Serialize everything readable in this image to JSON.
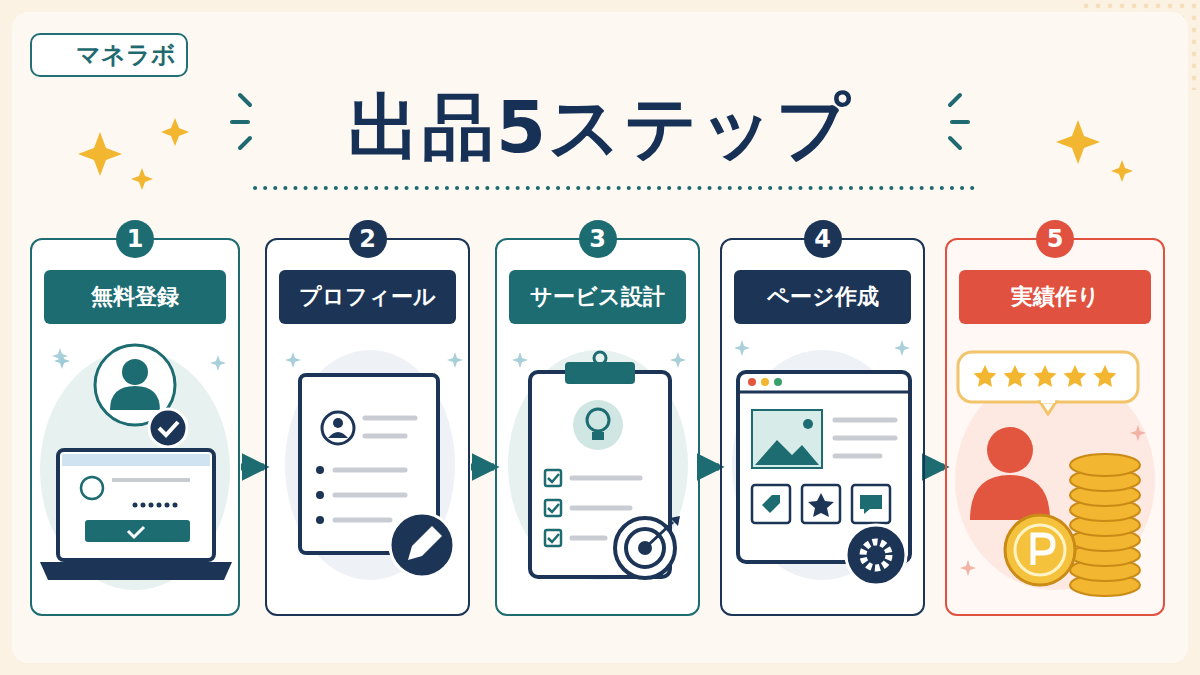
{
  "diagram": {
    "title": "出品5ステップ",
    "nodes": [
      {
        "text": [
          "マネラボ"
        ]
      },
      {
        "text": [
          "1"
        ]
      },
      {
        "text": [
          "無料登録"
        ],
        "in": 1
      },
      {
        "text": [
          "2"
        ]
      },
      {
        "text": [
          "プロフィール"
        ],
        "in": 3
      },
      {
        "text": [
          "3"
        ]
      },
      {
        "text": [
          "サービス設計"
        ],
        "in": 5
      },
      {
        "text": [
          "4"
        ]
      },
      {
        "text": [
          "ページ作成"
        ],
        "in": 7
      },
      {
        "text": [
          "5"
        ]
      },
      {
        "text": [
          "実績作り"
        ],
        "in": 9
      }
    ],
    "edges": [
      {
        "from": 1,
        "to": 3,
        "arrow": "to"
      },
      {
        "from": 3,
        "to": 5,
        "arrow": "to"
      },
      {
        "from": 5,
        "to": 7,
        "arrow": "to"
      },
      {
        "from": 7,
        "to": 9,
        "arrow": "to"
      }
    ]
  }
}
